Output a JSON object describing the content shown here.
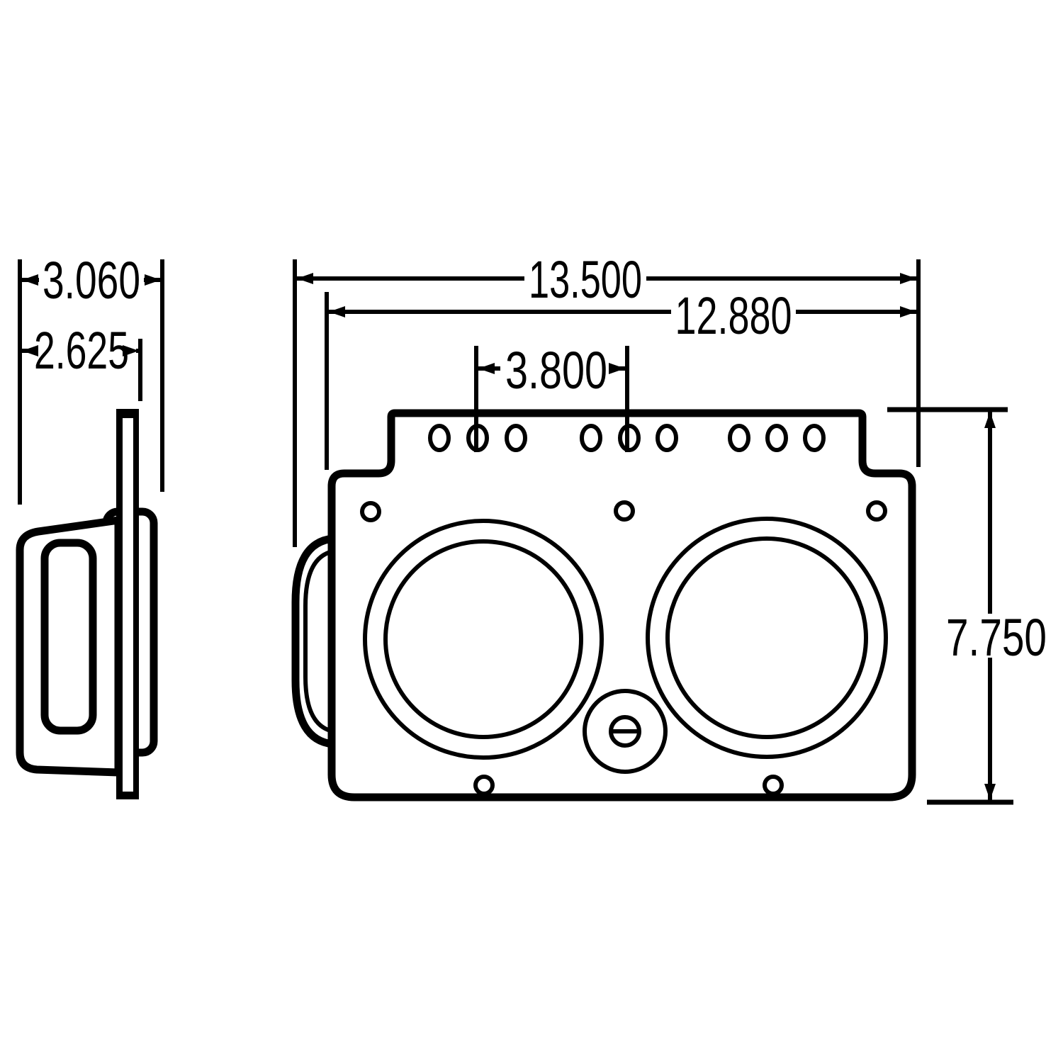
{
  "drawing": {
    "type": "technical-dimension-drawing",
    "dimensions": {
      "side_overall_depth": "3.060",
      "side_body_depth": "2.625",
      "overall_width": "13.500",
      "inner_width": "12.880",
      "hole_spacing": "3.800",
      "height": "7.750"
    },
    "colors": {
      "line": "#000000",
      "background": "#ffffff"
    }
  }
}
